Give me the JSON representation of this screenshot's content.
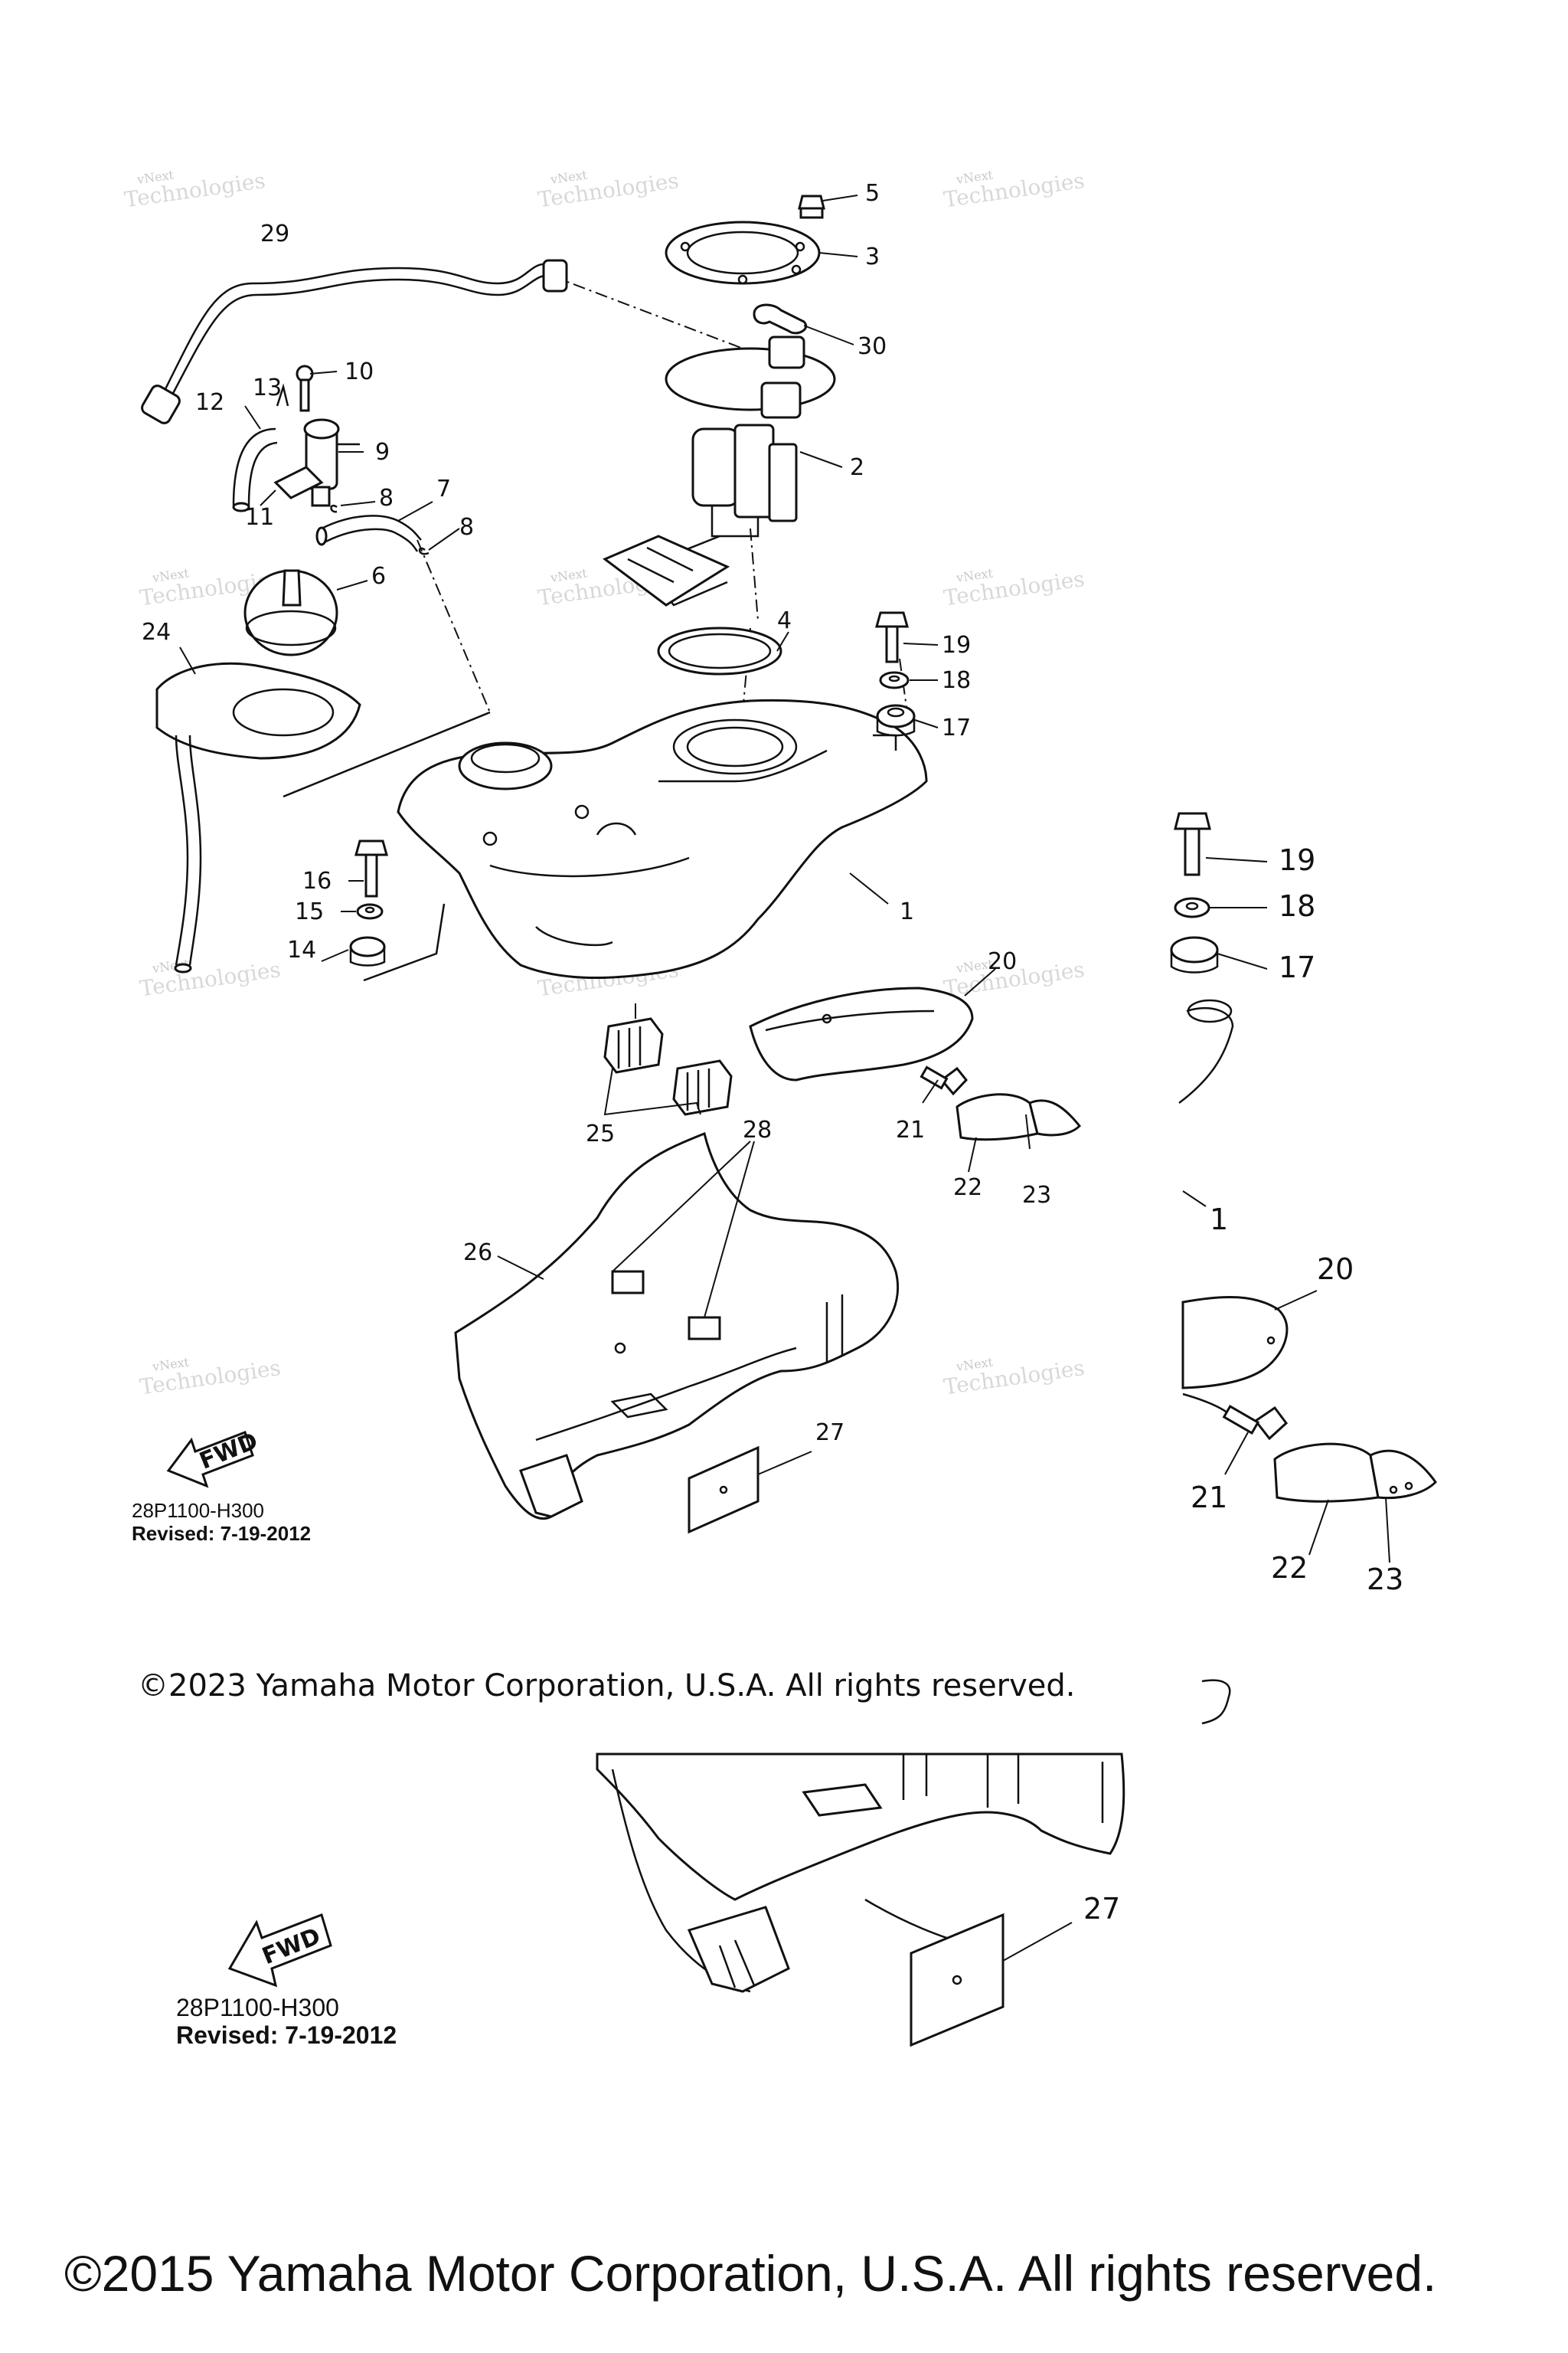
{
  "diagram": {
    "part_labels": [
      "1",
      "2",
      "3",
      "4",
      "5",
      "6",
      "7",
      "8",
      "9",
      "10",
      "11",
      "12",
      "13",
      "14",
      "15",
      "16",
      "17",
      "18",
      "19",
      "20",
      "21",
      "22",
      "23",
      "24",
      "25",
      "26",
      "27",
      "28",
      "29",
      "30"
    ],
    "zoom_labels": [
      "19",
      "18",
      "17",
      "1",
      "20",
      "21",
      "22",
      "23",
      "27"
    ],
    "fwd_label": "FWD",
    "watermark_line1": "vNext",
    "watermark_line2": "Technologies",
    "code_primary": "28P1100-H300",
    "revised_primary": "Revised: 7-19-2012",
    "code_secondary": "28P1100-H300",
    "revised_secondary": "Revised: 7-19-2012",
    "copyright_inner": "©2023 Yamaha Motor Corporation, U.S.A. All rights reserved.",
    "copyright_outer": "©2015 Yamaha Motor Corporation, U.S.A. All rights reserved."
  }
}
